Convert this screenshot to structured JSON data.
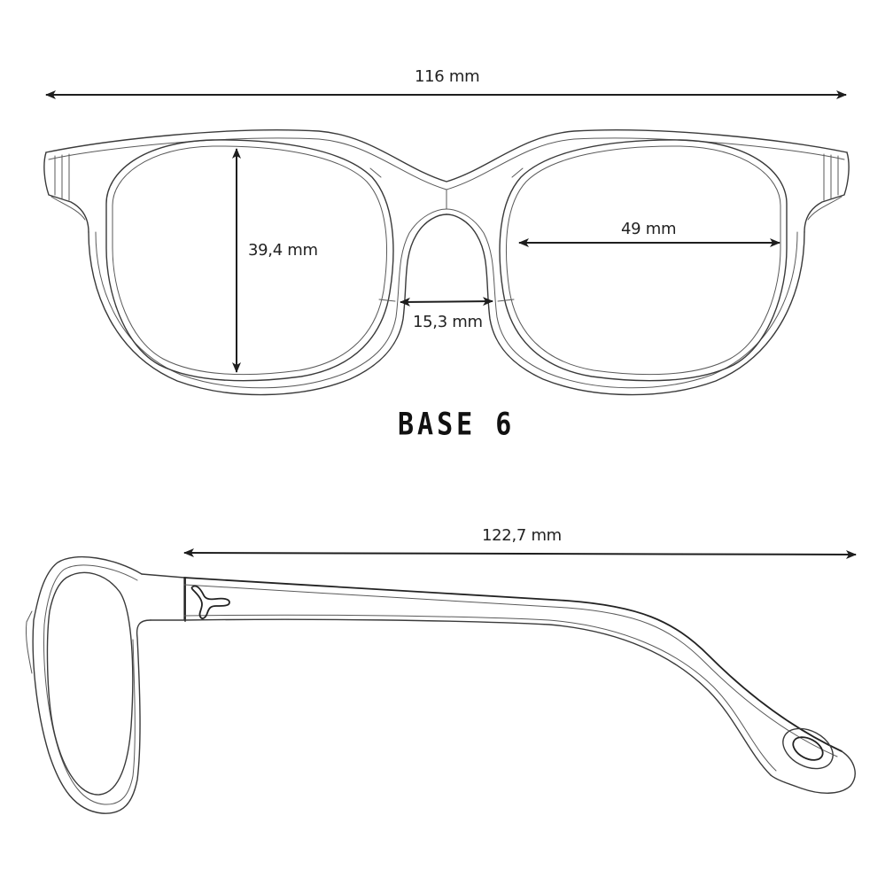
{
  "diagram": {
    "subject": "eyeglasses technical drawing",
    "front_view": {
      "overall_width": {
        "label": "116 mm",
        "value": 116,
        "unit": "mm"
      },
      "lens_height": {
        "label": "39,4 mm",
        "value": 39.4,
        "unit": "mm"
      },
      "lens_width": {
        "label": "49 mm",
        "value": 49,
        "unit": "mm"
      },
      "bridge_width": {
        "label": "15,3 mm",
        "value": 15.3,
        "unit": "mm"
      }
    },
    "base_curve": {
      "label": "BASE 6",
      "value": 6
    },
    "side_view": {
      "temple_length": {
        "label": "122,7 mm",
        "value": 122.7,
        "unit": "mm"
      },
      "logo": "y-logo-icon"
    }
  },
  "colors": {
    "background": "#ffffff",
    "line": "#3a3a3a",
    "text": "#222222"
  }
}
